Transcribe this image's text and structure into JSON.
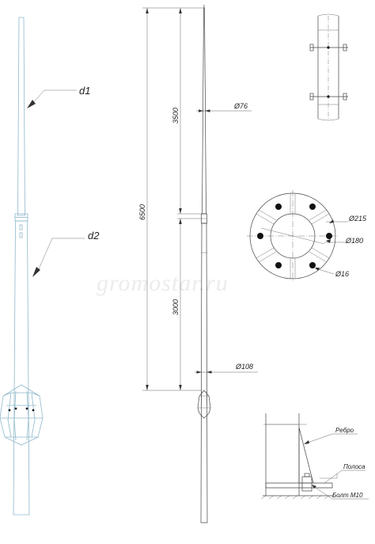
{
  "watermark": "gromostar.ru",
  "left_view": {
    "label_d1": "d1",
    "label_d2": "d2"
  },
  "dimensions": {
    "total_height": "6500",
    "upper_section": "3500",
    "lower_section": "3000",
    "upper_diameter": "Ø76",
    "lower_diameter": "Ø108"
  },
  "flange_view": {
    "outer_diameter": "Ø215",
    "bolt_circle": "Ø180",
    "hole_diameter": "Ø16"
  },
  "detail_view": {
    "rib_label": "Ребро",
    "strip_label": "Полоса",
    "bolt_label": "Болт М10"
  },
  "colors": {
    "pole_outline": "#8fb8cc",
    "lines": "#444444",
    "holes": "#111111"
  }
}
